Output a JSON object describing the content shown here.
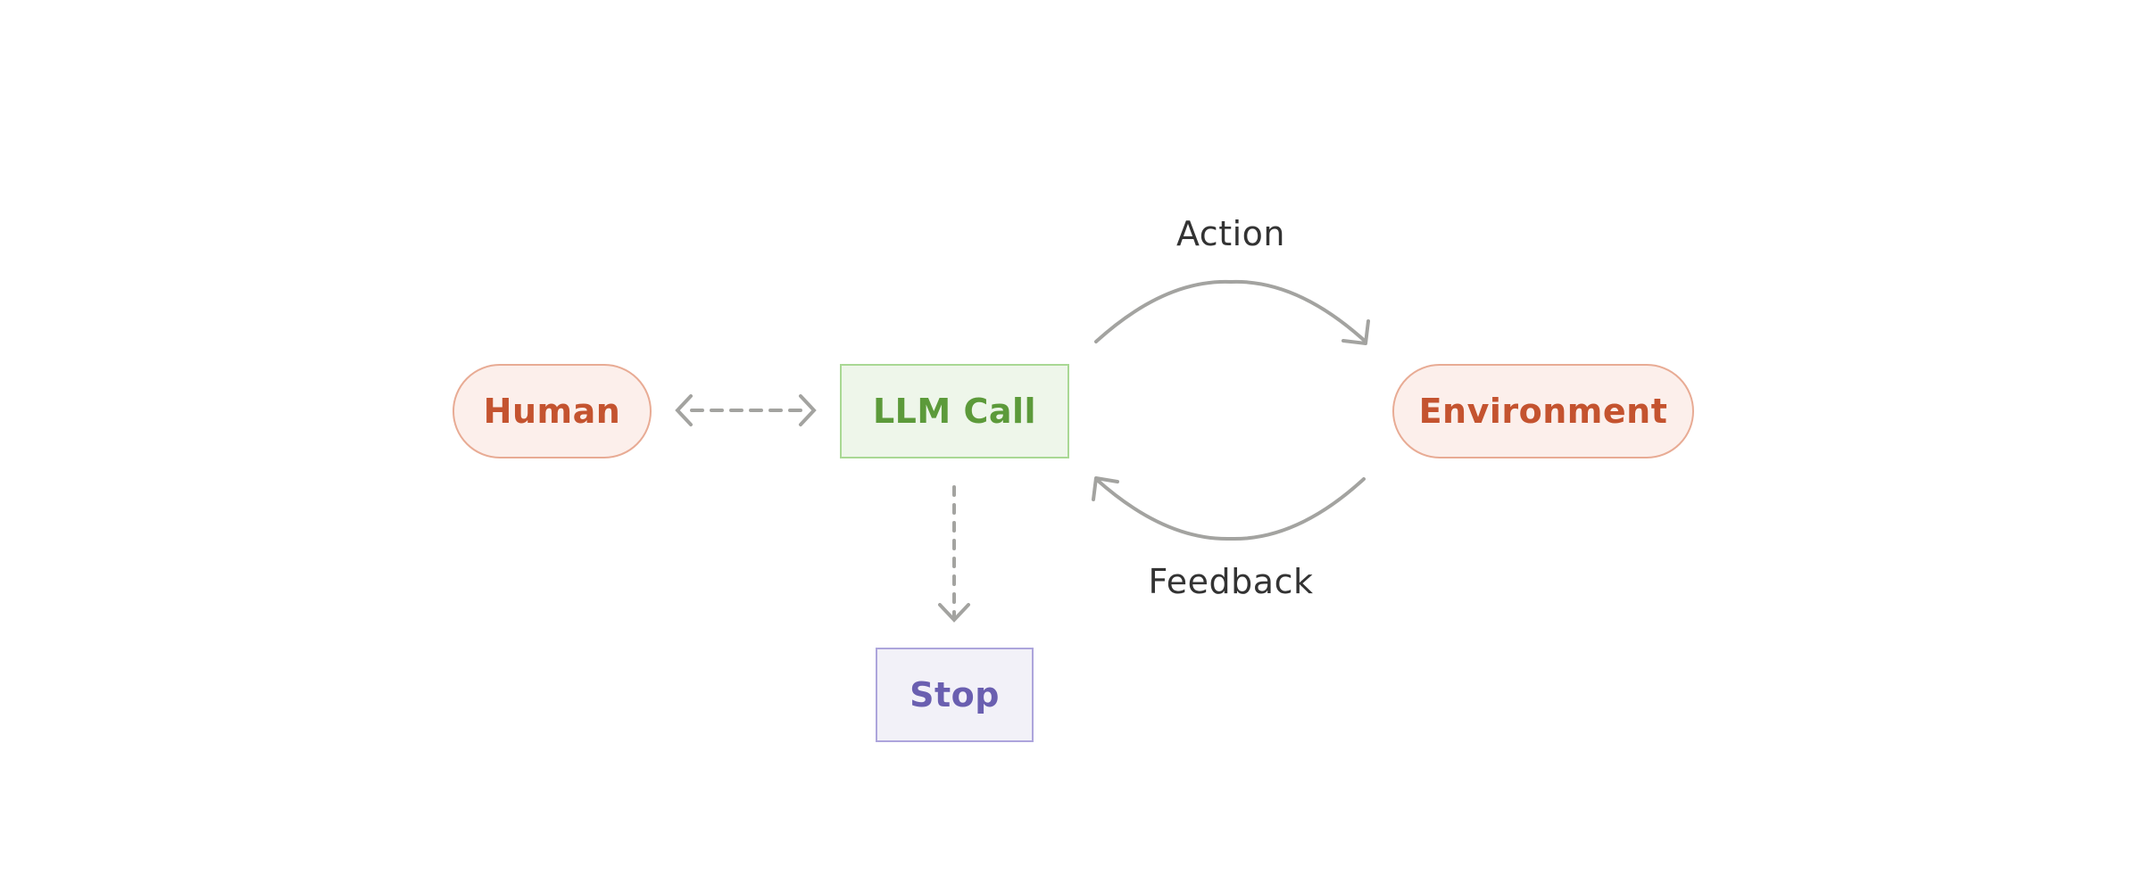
{
  "nodes": {
    "human": "Human",
    "llm_call": "LLM Call",
    "environment": "Environment",
    "stop": "Stop"
  },
  "edges": {
    "action": "Action",
    "feedback": "Feedback"
  },
  "colors": {
    "arrow": "#a3a3a0",
    "human_text": "#c4532f",
    "human_border": "#e8ab94",
    "human_fill": "#fcefeb",
    "llm_text": "#5c9a3a",
    "llm_border": "#a9d894",
    "llm_fill": "#eef6ea",
    "stop_text": "#6a5fb0",
    "stop_border": "#ada5dc",
    "stop_fill": "#f2f1f8",
    "label_text": "#333333"
  }
}
